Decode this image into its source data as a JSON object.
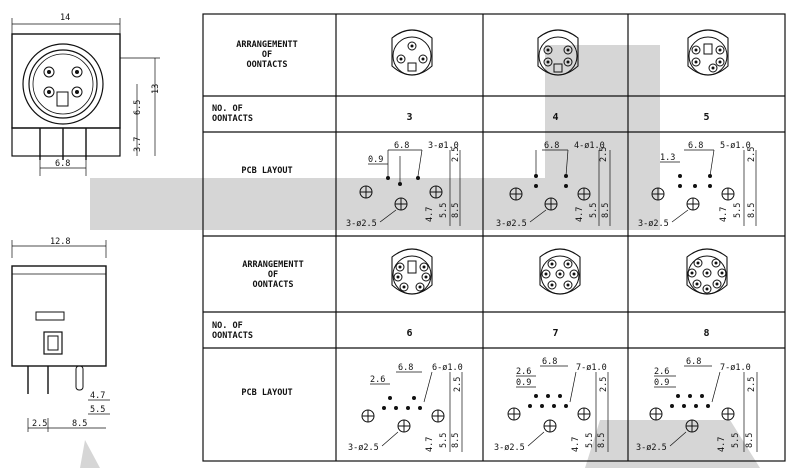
{
  "side_drawings": {
    "front_width": "14",
    "front_height": "13",
    "front_mid": "6.5",
    "front_pin_len": "3.7",
    "front_pin_span": "6.8",
    "side_width": "12.8",
    "side_pin_a": "4.7",
    "side_pin_b": "5.5",
    "side_pin_c": "2.5",
    "side_pin_d": "8.5"
  },
  "table": {
    "row_labels": {
      "arrangement": "ARRANGEMENTT\nOF\nOONTACTS",
      "number": "NO. OF\nOONTACTS",
      "pcb": "PCB LAYOUT"
    },
    "top": {
      "counts": [
        "3",
        "4",
        "5"
      ],
      "pcb": [
        {
          "d_top": "6.8",
          "d_left": "0.9",
          "holes": "3-ø1.0",
          "big": "3-ø2.5",
          "r1": "2.5",
          "r2": "4.7",
          "r3": "5.5",
          "r4": "8.5"
        },
        {
          "d_top": "6.8",
          "d_left": "",
          "holes": "4-ø1.0",
          "big": "3-ø2.5",
          "r1": "2.5",
          "r2": "4.7",
          "r3": "5.5",
          "r4": "8.5"
        },
        {
          "d_top": "6.8",
          "d_left": "1.3",
          "holes": "5-ø1.0",
          "big": "3-ø2.5",
          "r1": "2.5",
          "r2": "4.7",
          "r3": "5.5",
          "r4": "8.5"
        }
      ]
    },
    "bottom": {
      "counts": [
        "6",
        "7",
        "8"
      ],
      "pcb": [
        {
          "d_top": "6.8",
          "d_left": "2.6",
          "d_left2": "",
          "holes": "6-ø1.0",
          "big": "3-ø2.5",
          "r1": "2.5",
          "r2": "4.7",
          "r3": "5.5",
          "r4": "8.5"
        },
        {
          "d_top": "6.8",
          "d_left": "2.6",
          "d_left2": "0.9",
          "holes": "7-ø1.0",
          "big": "3-ø2.5",
          "r1": "2.5",
          "r2": "4.7",
          "r3": "5.5",
          "r4": "8.5"
        },
        {
          "d_top": "6.8",
          "d_left": "2.6",
          "d_left2": "0.9",
          "holes": "7-ø1.0",
          "big": "3-ø2.5",
          "r1": "2.5",
          "r2": "4.7",
          "r3": "5.5",
          "r4": "8.5"
        }
      ]
    }
  },
  "colors": {
    "watermark": "#d2d2d2",
    "line": "#111111",
    "bg": "#ffffff"
  }
}
